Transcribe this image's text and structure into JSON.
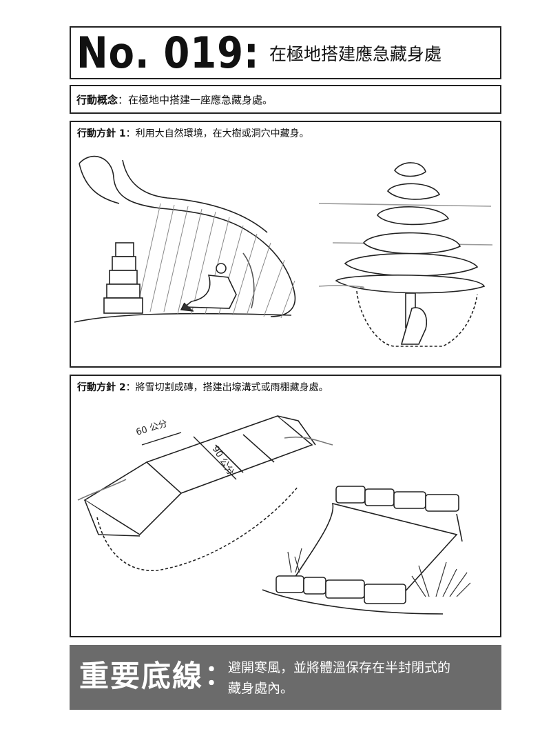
{
  "header": {
    "number": "No. 019:",
    "title": "在極地搭建應急藏身處"
  },
  "concept": {
    "label": "行動概念",
    "sep": "：",
    "text": "在極地中搭建一座應急藏身處。"
  },
  "policy1": {
    "label": "行動方針 1",
    "sep": "：",
    "text": "利用大自然環境，在大樹或洞穴中藏身。"
  },
  "policy2": {
    "label": "行動方針 2",
    "sep": "：",
    "text": "將雪切割成磚，搭建出壕溝式或雨棚藏身處。",
    "dim_width": "60 公分",
    "dim_length": "90 公分"
  },
  "bottom_line": {
    "label": "重要底線",
    "colon": "：",
    "text_line1": "避開寒風，並將體溫保存在半封閉式的",
    "text_line2": "藏身處內。"
  }
}
